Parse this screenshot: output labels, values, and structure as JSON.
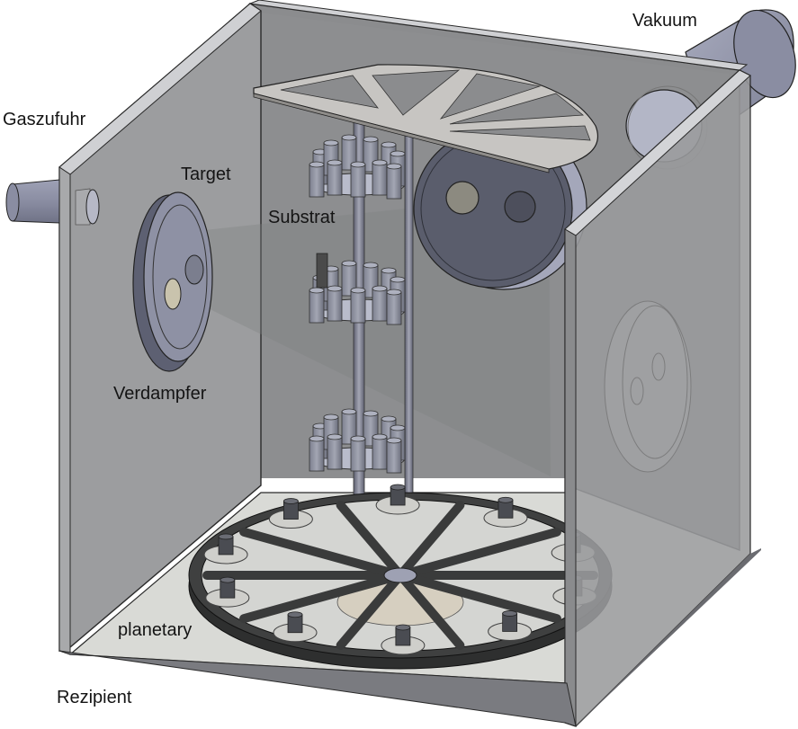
{
  "diagram": {
    "title": "Beschichtungsanlage (Rezipient)",
    "labels": {
      "gas_inlet": "Gaszufuhr",
      "vacuum": "Vakuum",
      "target": "Target",
      "substrate": "Substrat",
      "evaporator": "Verdampfer",
      "planetary": "planetary",
      "chamber": "Rezipient"
    },
    "colors": {
      "chamber_wall": "#9a9b9d",
      "chamber_back": "#8b8c8e",
      "chamber_edge": "#cfd0d3",
      "floor": "#d9dad6",
      "pipe": "#8c8fa3",
      "evaporator": "#7c7f92",
      "planetary_ring": "#3f4040",
      "holder_plate": "#c7c5c2",
      "text": "#141414"
    }
  }
}
